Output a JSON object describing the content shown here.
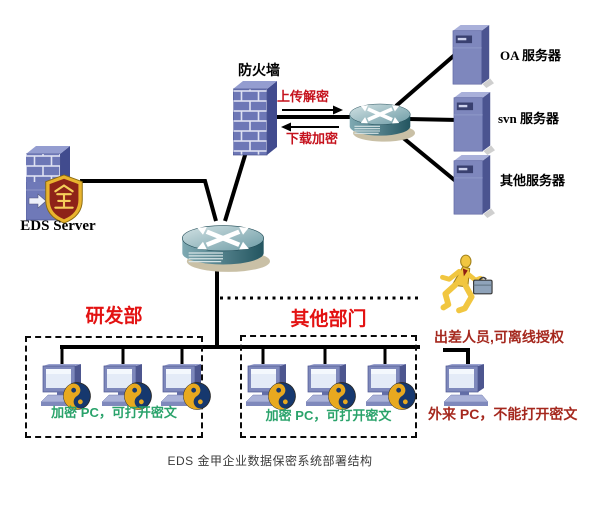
{
  "diagram": {
    "caption": "EDS 金甲企业数据保密系统部署结构",
    "firewall": {
      "label": "防火墙"
    },
    "eds_server": {
      "label": "EDS Server"
    },
    "flows": {
      "upload": "上传解密",
      "download": "下载加密"
    },
    "servers": [
      {
        "label": "OA 服务器"
      },
      {
        "label": "svn 服务器"
      },
      {
        "label": "其他服务器"
      }
    ],
    "departments": [
      {
        "name": "研发部",
        "caption": "加密 PC，可打开密文",
        "pc_count": 3
      },
      {
        "name": "其他部门",
        "caption": "加密 PC，可打开密文",
        "pc_count": 3
      }
    ],
    "mobile_user": {
      "label": "出差人员,可离线授权"
    },
    "external_pc": {
      "label": "外来 PC，不能打开密文"
    },
    "colors": {
      "red": "#e31212",
      "flow_red": "#c5121d",
      "dark_red": "#a5281e",
      "green": "#2aa36b",
      "line_black": "#000000",
      "server_blue": "#7e87bd",
      "router_teal": "#2d6b77",
      "taiji_gold": "#e8a91f",
      "taiji_navy": "#16386e",
      "caption_gray": "#3c3c3c"
    }
  }
}
